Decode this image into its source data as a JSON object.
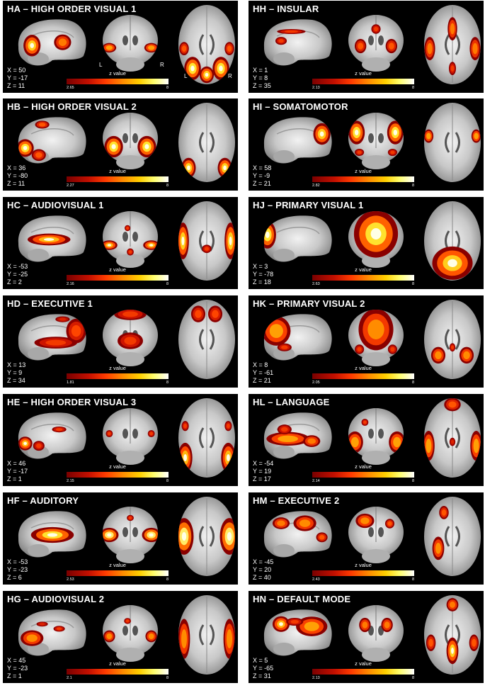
{
  "panels": [
    {
      "id": "HA",
      "title": "HA – HIGH ORDER VISUAL 1",
      "x": "X = 50",
      "y": "Y = -17",
      "z": "Z = 11",
      "min": "2.65",
      "max": "8",
      "lr": true,
      "blobs": {
        "sag": [
          [
            0.2,
            0.55,
            0.12,
            0.22,
            0.9
          ],
          [
            0.65,
            0.48,
            0.12,
            0.16,
            0.7
          ]
        ],
        "cor": [
          [
            0.12,
            0.58,
            0.12,
            0.08,
            0.8
          ],
          [
            0.88,
            0.58,
            0.12,
            0.08,
            0.8
          ]
        ],
        "axi": [
          [
            0.25,
            0.8,
            0.14,
            0.14,
            0.95
          ],
          [
            0.75,
            0.8,
            0.14,
            0.14,
            0.95
          ],
          [
            0.5,
            0.88,
            0.12,
            0.1,
            0.9
          ],
          [
            0.1,
            0.55,
            0.08,
            0.08,
            0.6
          ],
          [
            0.9,
            0.55,
            0.08,
            0.08,
            0.6
          ]
        ]
      }
    },
    {
      "id": "HH",
      "title": "HH – INSULAR",
      "x": "X = 1",
      "y": "Y = 8",
      "z": "Z = 35",
      "min": "2.13",
      "max": "8",
      "lr": false,
      "blobs": {
        "sag": [
          [
            0.4,
            0.25,
            0.2,
            0.05,
            0.5
          ],
          [
            0.25,
            0.45,
            0.08,
            0.08,
            0.5
          ]
        ],
        "cor": [
          [
            0.22,
            0.55,
            0.1,
            0.12,
            0.6
          ],
          [
            0.78,
            0.55,
            0.1,
            0.12,
            0.6
          ],
          [
            0.5,
            0.25,
            0.08,
            0.08,
            0.5
          ]
        ],
        "axi": [
          [
            0.5,
            0.3,
            0.08,
            0.14,
            0.7
          ],
          [
            0.1,
            0.55,
            0.09,
            0.14,
            0.7
          ],
          [
            0.9,
            0.55,
            0.09,
            0.14,
            0.7
          ],
          [
            0.5,
            0.8,
            0.06,
            0.08,
            0.5
          ]
        ]
      }
    },
    {
      "id": "HB",
      "title": "HB – HIGH ORDER VISUAL 2",
      "x": "X = 36",
      "y": "Y = -80",
      "z": "Z = 11",
      "min": "2.27",
      "max": "8",
      "lr": false,
      "blobs": {
        "sag": [
          [
            0.1,
            0.65,
            0.12,
            0.18,
            0.95
          ],
          [
            0.35,
            0.15,
            0.1,
            0.08,
            0.6
          ],
          [
            0.3,
            0.8,
            0.1,
            0.12,
            0.6
          ]
        ],
        "cor": [
          [
            0.2,
            0.6,
            0.16,
            0.18,
            0.95
          ],
          [
            0.8,
            0.6,
            0.16,
            0.18,
            0.95
          ]
        ],
        "axi": [
          [
            0.18,
            0.82,
            0.12,
            0.12,
            0.9
          ],
          [
            0.82,
            0.82,
            0.12,
            0.12,
            0.9
          ]
        ]
      }
    },
    {
      "id": "HI",
      "title": "HI – SOMATOMOTOR",
      "x": "X = 58",
      "y": "Y = -9",
      "z": "Z = 21",
      "min": "2.82",
      "max": "8",
      "lr": false,
      "blobs": {
        "sag": [
          [
            0.85,
            0.35,
            0.12,
            0.22,
            0.9
          ]
        ],
        "cor": [
          [
            0.15,
            0.35,
            0.14,
            0.2,
            0.95
          ],
          [
            0.85,
            0.35,
            0.14,
            0.2,
            0.95
          ],
          [
            0.2,
            0.7,
            0.08,
            0.06,
            0.5
          ],
          [
            0.8,
            0.7,
            0.08,
            0.06,
            0.5
          ]
        ],
        "axi": [
          [
            0.08,
            0.42,
            0.08,
            0.08,
            0.8
          ],
          [
            0.92,
            0.42,
            0.08,
            0.08,
            0.8
          ]
        ]
      }
    },
    {
      "id": "HC",
      "title": "HC – AUDIOVISUAL 1",
      "x": "X = -53",
      "y": "Y = -25",
      "z": "Z = 2",
      "min": "2.16",
      "max": "8",
      "lr": false,
      "blobs": {
        "sag": [
          [
            0.45,
            0.5,
            0.3,
            0.12,
            0.85
          ]
        ],
        "cor": [
          [
            0.12,
            0.6,
            0.14,
            0.08,
            0.85
          ],
          [
            0.88,
            0.6,
            0.14,
            0.08,
            0.85
          ],
          [
            0.45,
            0.3,
            0.05,
            0.05,
            0.5
          ],
          [
            0.5,
            0.72,
            0.06,
            0.06,
            0.5
          ]
        ],
        "axi": [
          [
            0.08,
            0.5,
            0.1,
            0.22,
            0.9
          ],
          [
            0.92,
            0.5,
            0.1,
            0.22,
            0.9
          ],
          [
            0.5,
            0.6,
            0.08,
            0.05,
            0.5
          ]
        ]
      }
    },
    {
      "id": "HJ",
      "title": "HJ – PRIMARY VISUAL 1",
      "x": "X = 3",
      "y": "Y = -78",
      "z": "Z = 18",
      "min": "2.63",
      "max": "8",
      "lr": false,
      "blobs": {
        "sag": [
          [
            0.05,
            0.4,
            0.12,
            0.28,
            0.95
          ]
        ],
        "cor": [
          [
            0.5,
            0.4,
            0.38,
            0.4,
            0.95
          ]
        ],
        "axi": [
          [
            0.5,
            0.78,
            0.34,
            0.2,
            0.9
          ]
        ]
      }
    },
    {
      "id": "HD",
      "title": "HD – EXECUTIVE 1",
      "x": "X = 13",
      "y": "Y = 9",
      "z": "Z = 34",
      "min": "1.81",
      "max": "8",
      "lr": false,
      "blobs": {
        "sag": [
          [
            0.85,
            0.35,
            0.14,
            0.25,
            0.55
          ],
          [
            0.55,
            0.6,
            0.3,
            0.12,
            0.5
          ],
          [
            0.65,
            0.1,
            0.1,
            0.06,
            0.4
          ]
        ],
        "cor": [
          [
            0.5,
            0.08,
            0.28,
            0.1,
            0.5
          ],
          [
            0.5,
            0.55,
            0.22,
            0.14,
            0.5
          ]
        ],
        "axi": [
          [
            0.35,
            0.18,
            0.12,
            0.1,
            0.55
          ],
          [
            0.65,
            0.18,
            0.12,
            0.1,
            0.55
          ]
        ]
      }
    },
    {
      "id": "HK",
      "title": "HK – PRIMARY VISUAL 2",
      "x": "X = 8",
      "y": "Y = -61",
      "z": "Z = 21",
      "min": "2.05",
      "max": "8",
      "lr": false,
      "blobs": {
        "sag": [
          [
            0.18,
            0.35,
            0.2,
            0.3,
            0.8
          ],
          [
            0.3,
            0.7,
            0.1,
            0.08,
            0.5
          ]
        ],
        "cor": [
          [
            0.5,
            0.35,
            0.3,
            0.35,
            0.75
          ],
          [
            0.2,
            0.7,
            0.08,
            0.08,
            0.5
          ],
          [
            0.8,
            0.7,
            0.08,
            0.08,
            0.5
          ]
        ],
        "axi": [
          [
            0.25,
            0.7,
            0.12,
            0.1,
            0.75
          ],
          [
            0.75,
            0.7,
            0.12,
            0.1,
            0.75
          ],
          [
            0.5,
            0.6,
            0.05,
            0.05,
            0.5
          ]
        ]
      }
    },
    {
      "id": "HE",
      "title": "HE – HIGH ORDER VISUAL 3",
      "x": "X = 46",
      "y": "Y = -17",
      "z": "Z = 1",
      "min": "2.15",
      "max": "8",
      "lr": false,
      "blobs": {
        "sag": [
          [
            0.1,
            0.65,
            0.1,
            0.14,
            0.85
          ],
          [
            0.6,
            0.35,
            0.1,
            0.06,
            0.5
          ],
          [
            0.3,
            0.7,
            0.08,
            0.1,
            0.5
          ]
        ],
        "cor": [
          [
            0.12,
            0.45,
            0.06,
            0.06,
            0.5
          ],
          [
            0.88,
            0.45,
            0.06,
            0.06,
            0.5
          ]
        ],
        "axi": [
          [
            0.12,
            0.75,
            0.12,
            0.18,
            0.85
          ],
          [
            0.88,
            0.75,
            0.12,
            0.18,
            0.85
          ],
          [
            0.12,
            0.35,
            0.06,
            0.06,
            0.5
          ],
          [
            0.88,
            0.35,
            0.06,
            0.06,
            0.5
          ]
        ]
      }
    },
    {
      "id": "HL",
      "title": "HL – LANGUAGE",
      "x": "X = -54",
      "y": "Y = 19",
      "z": "Z = 17",
      "min": "2.14",
      "max": "8",
      "lr": false,
      "blobs": {
        "sag": [
          [
            0.35,
            0.55,
            0.3,
            0.14,
            0.8
          ],
          [
            0.7,
            0.6,
            0.12,
            0.12,
            0.7
          ],
          [
            0.3,
            0.35,
            0.1,
            0.1,
            0.5
          ]
        ],
        "cor": [
          [
            0.12,
            0.6,
            0.14,
            0.18,
            0.8
          ],
          [
            0.88,
            0.6,
            0.14,
            0.18,
            0.8
          ],
          [
            0.3,
            0.25,
            0.06,
            0.06,
            0.5
          ]
        ],
        "axi": [
          [
            0.5,
            0.08,
            0.14,
            0.08,
            0.6
          ],
          [
            0.08,
            0.6,
            0.1,
            0.18,
            0.8
          ],
          [
            0.92,
            0.6,
            0.1,
            0.18,
            0.8
          ],
          [
            0.5,
            0.55,
            0.05,
            0.05,
            0.4
          ]
        ]
      }
    },
    {
      "id": "HF",
      "title": "HF – AUDITORY",
      "x": "X = -53",
      "y": "Y = -23",
      "z": "Z = 6",
      "min": "2.53",
      "max": "8",
      "lr": false,
      "blobs": {
        "sag": [
          [
            0.5,
            0.5,
            0.3,
            0.16,
            0.95
          ]
        ],
        "cor": [
          [
            0.12,
            0.5,
            0.16,
            0.12,
            1.0
          ],
          [
            0.88,
            0.5,
            0.16,
            0.12,
            1.0
          ],
          [
            0.5,
            0.2,
            0.06,
            0.05,
            0.5
          ]
        ],
        "axi": [
          [
            0.1,
            0.5,
            0.16,
            0.22,
            1.0
          ],
          [
            0.9,
            0.5,
            0.16,
            0.22,
            1.0
          ]
        ]
      }
    },
    {
      "id": "HM",
      "title": "HM – EXECUTIVE 2",
      "x": "X = -45",
      "y": "Y = 20",
      "z": "Z = 40",
      "min": "2.43",
      "max": "8",
      "lr": false,
      "blobs": {
        "sag": [
          [
            0.6,
            0.25,
            0.16,
            0.16,
            0.75
          ],
          [
            0.25,
            0.25,
            0.12,
            0.12,
            0.7
          ],
          [
            0.85,
            0.55,
            0.08,
            0.1,
            0.6
          ]
        ],
        "cor": [
          [
            0.3,
            0.25,
            0.16,
            0.12,
            0.75
          ],
          [
            0.75,
            0.3,
            0.08,
            0.08,
            0.6
          ]
        ],
        "axi": [
          [
            0.35,
            0.2,
            0.08,
            0.08,
            0.6
          ],
          [
            0.25,
            0.65,
            0.1,
            0.14,
            0.75
          ]
        ]
      }
    },
    {
      "id": "HG",
      "title": "HG – AUDIOVISUAL 2",
      "x": "X = 45",
      "y": "Y = -23",
      "z": "Z = 1",
      "min": "2.1",
      "max": "8",
      "lr": false,
      "blobs": {
        "sag": [
          [
            0.2,
            0.6,
            0.16,
            0.16,
            0.75
          ],
          [
            0.6,
            0.4,
            0.08,
            0.06,
            0.5
          ],
          [
            0.35,
            0.3,
            0.08,
            0.05,
            0.4
          ]
        ],
        "cor": [
          [
            0.12,
            0.55,
            0.1,
            0.1,
            0.75
          ],
          [
            0.88,
            0.55,
            0.1,
            0.1,
            0.75
          ],
          [
            0.45,
            0.28,
            0.06,
            0.05,
            0.5
          ]
        ],
        "axi": [
          [
            0.1,
            0.55,
            0.1,
            0.24,
            0.75
          ],
          [
            0.9,
            0.55,
            0.1,
            0.24,
            0.75
          ]
        ]
      }
    },
    {
      "id": "HN",
      "title": "HN – DEFAULT MODE",
      "x": "X = 5",
      "y": "Y = -65",
      "z": "Z = 31",
      "min": "2.13",
      "max": "8",
      "lr": false,
      "blobs": {
        "sag": [
          [
            0.7,
            0.35,
            0.22,
            0.2,
            0.8
          ],
          [
            0.25,
            0.3,
            0.12,
            0.16,
            0.85
          ],
          [
            0.45,
            0.25,
            0.12,
            0.08,
            0.5
          ]
        ],
        "cor": [
          [
            0.3,
            0.35,
            0.1,
            0.12,
            0.7
          ],
          [
            0.7,
            0.35,
            0.1,
            0.12,
            0.7
          ]
        ],
        "axi": [
          [
            0.5,
            0.12,
            0.1,
            0.08,
            0.7
          ],
          [
            0.5,
            0.7,
            0.1,
            0.16,
            0.9
          ],
          [
            0.12,
            0.6,
            0.08,
            0.1,
            0.6
          ],
          [
            0.88,
            0.6,
            0.08,
            0.1,
            0.6
          ]
        ]
      }
    }
  ],
  "scale_label": "z value",
  "left_label": "L",
  "right_label": "R"
}
